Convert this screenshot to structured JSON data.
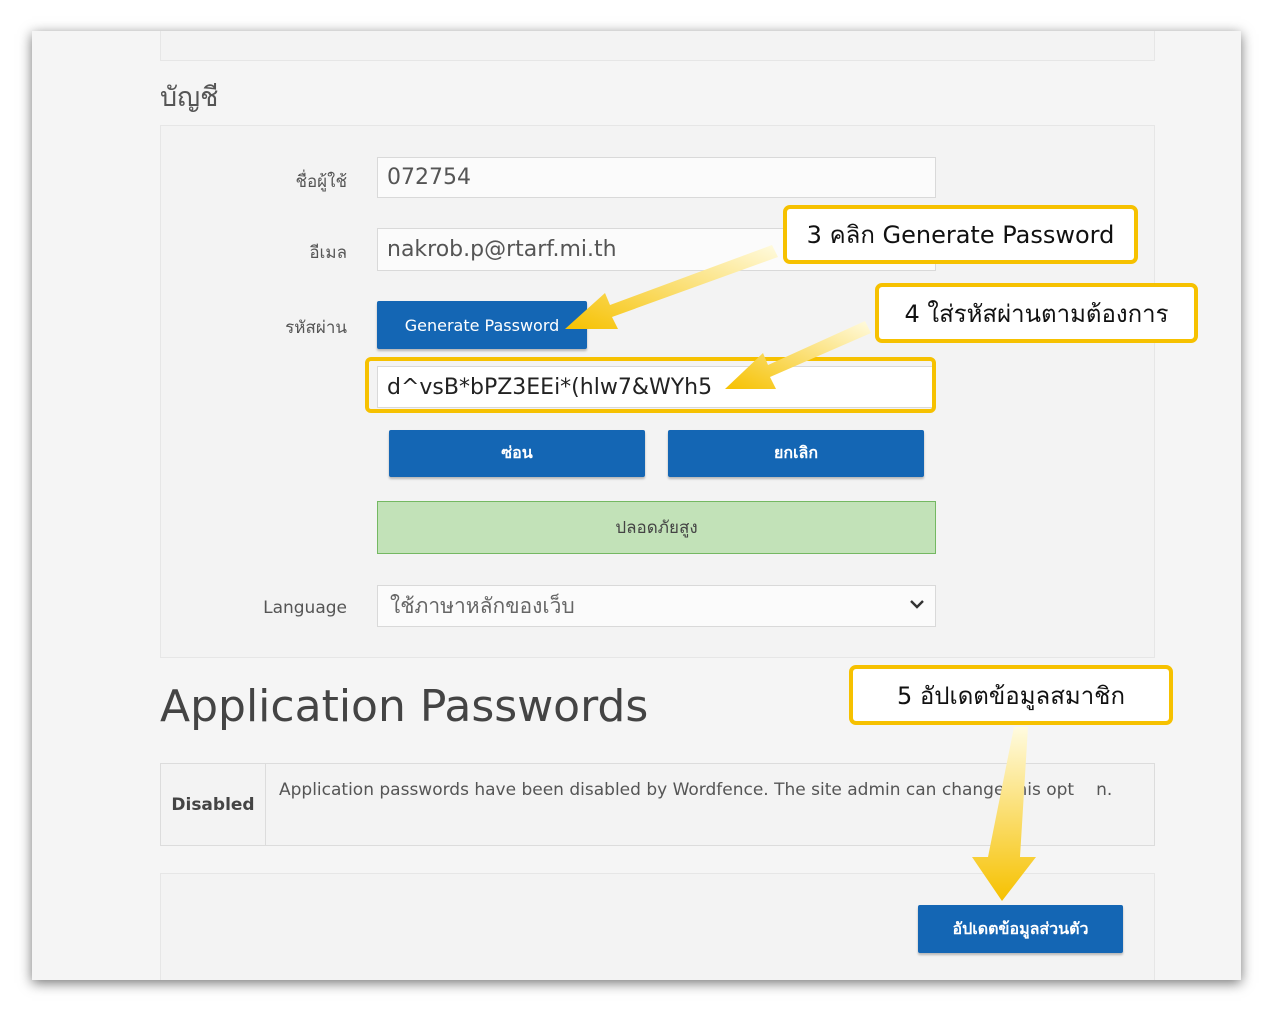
{
  "account": {
    "section_title": "บัญชี",
    "username_label": "ชื่อผู้ใช้",
    "username_value": "072754",
    "email_label": "อีเมล",
    "email_value": "nakrob.p@rtarf.mi.th",
    "password_label": "รหัสผ่าน",
    "generate_button": "Generate Password",
    "password_value": "d^vsB*bPZ3EEi*(hlw7&WYh5",
    "hide_button": "ซ่อน",
    "cancel_button": "ยกเลิก",
    "strength_text": "ปลอดภัยสูง",
    "language_label": "Language",
    "language_value": "ใช้ภาษาหลักของเว็บ"
  },
  "app_passwords": {
    "title": "Application Passwords",
    "status": "Disabled",
    "description": "Application passwords have been disabled by Wordfence. The site admin can change this opt",
    "description_tail": "n."
  },
  "update_button": "อัปเดตข้อมูลส่วนตัว",
  "callouts": {
    "step3": "3  คลิก Generate Password",
    "step4": "4 ใส่รหัสผ่านตามต้องการ",
    "step5": "5 อัปเดตข้อมูลสมาชิก"
  },
  "colors": {
    "accent_blue": "#1466b4",
    "callout_border": "#f6c100",
    "strength_bg": "#c2e2b8"
  }
}
